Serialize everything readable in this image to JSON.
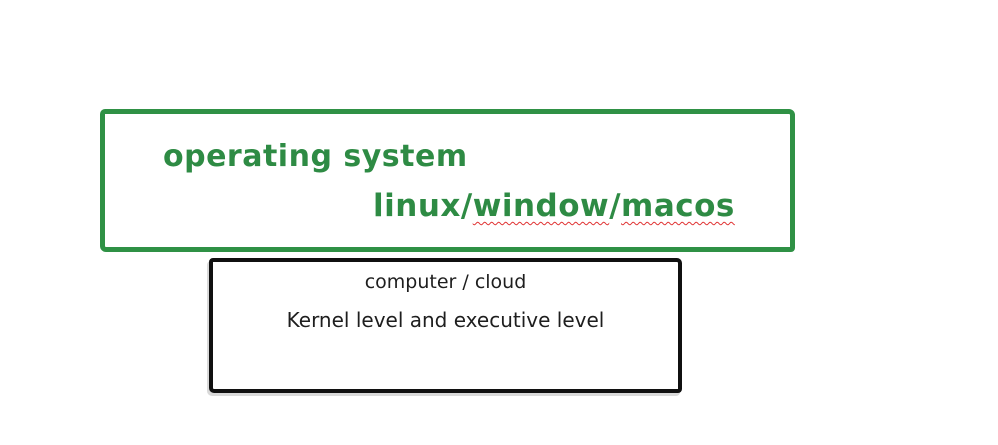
{
  "colors": {
    "background": "#ffffff",
    "green_stroke": "#2f9145",
    "green_text": "#2e8b44",
    "black_stroke": "#101010",
    "black_text": "#1e1e1e",
    "spellcheck_red": "#e03131"
  },
  "os_box": {
    "title": "operating system",
    "subtitle": {
      "linux": "linux/",
      "window": "window",
      "separator": "/",
      "macos": "macos"
    }
  },
  "computer_box": {
    "line1": "computer / cloud",
    "line2": "Kernel level and executive level"
  }
}
